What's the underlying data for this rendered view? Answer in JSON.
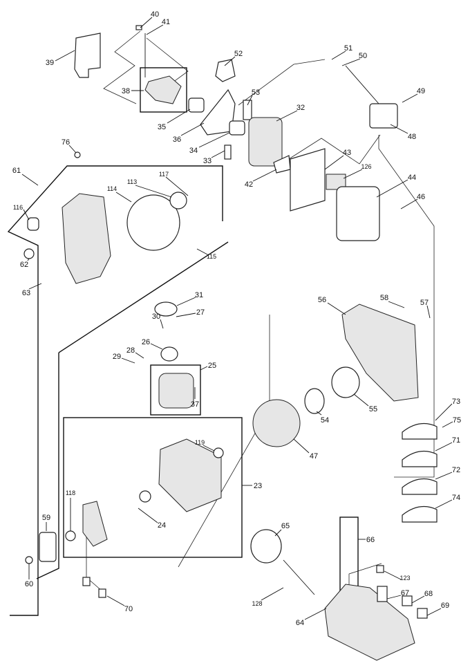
{
  "diagram": {
    "type": "exploded parts diagram",
    "part_numbers": [
      "40",
      "41",
      "39",
      "38",
      "52",
      "51",
      "50",
      "49",
      "53",
      "32",
      "35",
      "36",
      "48",
      "34",
      "33",
      "76",
      "43",
      "126",
      "42",
      "44",
      "46",
      "61",
      "117",
      "113",
      "114",
      "116",
      "115",
      "62",
      "63",
      "31",
      "27",
      "30",
      "26",
      "28",
      "29",
      "25",
      "37",
      "56",
      "58",
      "57",
      "55",
      "54",
      "73",
      "75",
      "71",
      "72",
      "74",
      "47",
      "119",
      "23",
      "118",
      "24",
      "59",
      "60",
      "65",
      "66",
      "123",
      "67",
      "68",
      "69",
      "128",
      "64",
      "70"
    ],
    "colors": {
      "line": "#111111",
      "background": "#ffffff",
      "part_fill": "#ffffff"
    }
  }
}
